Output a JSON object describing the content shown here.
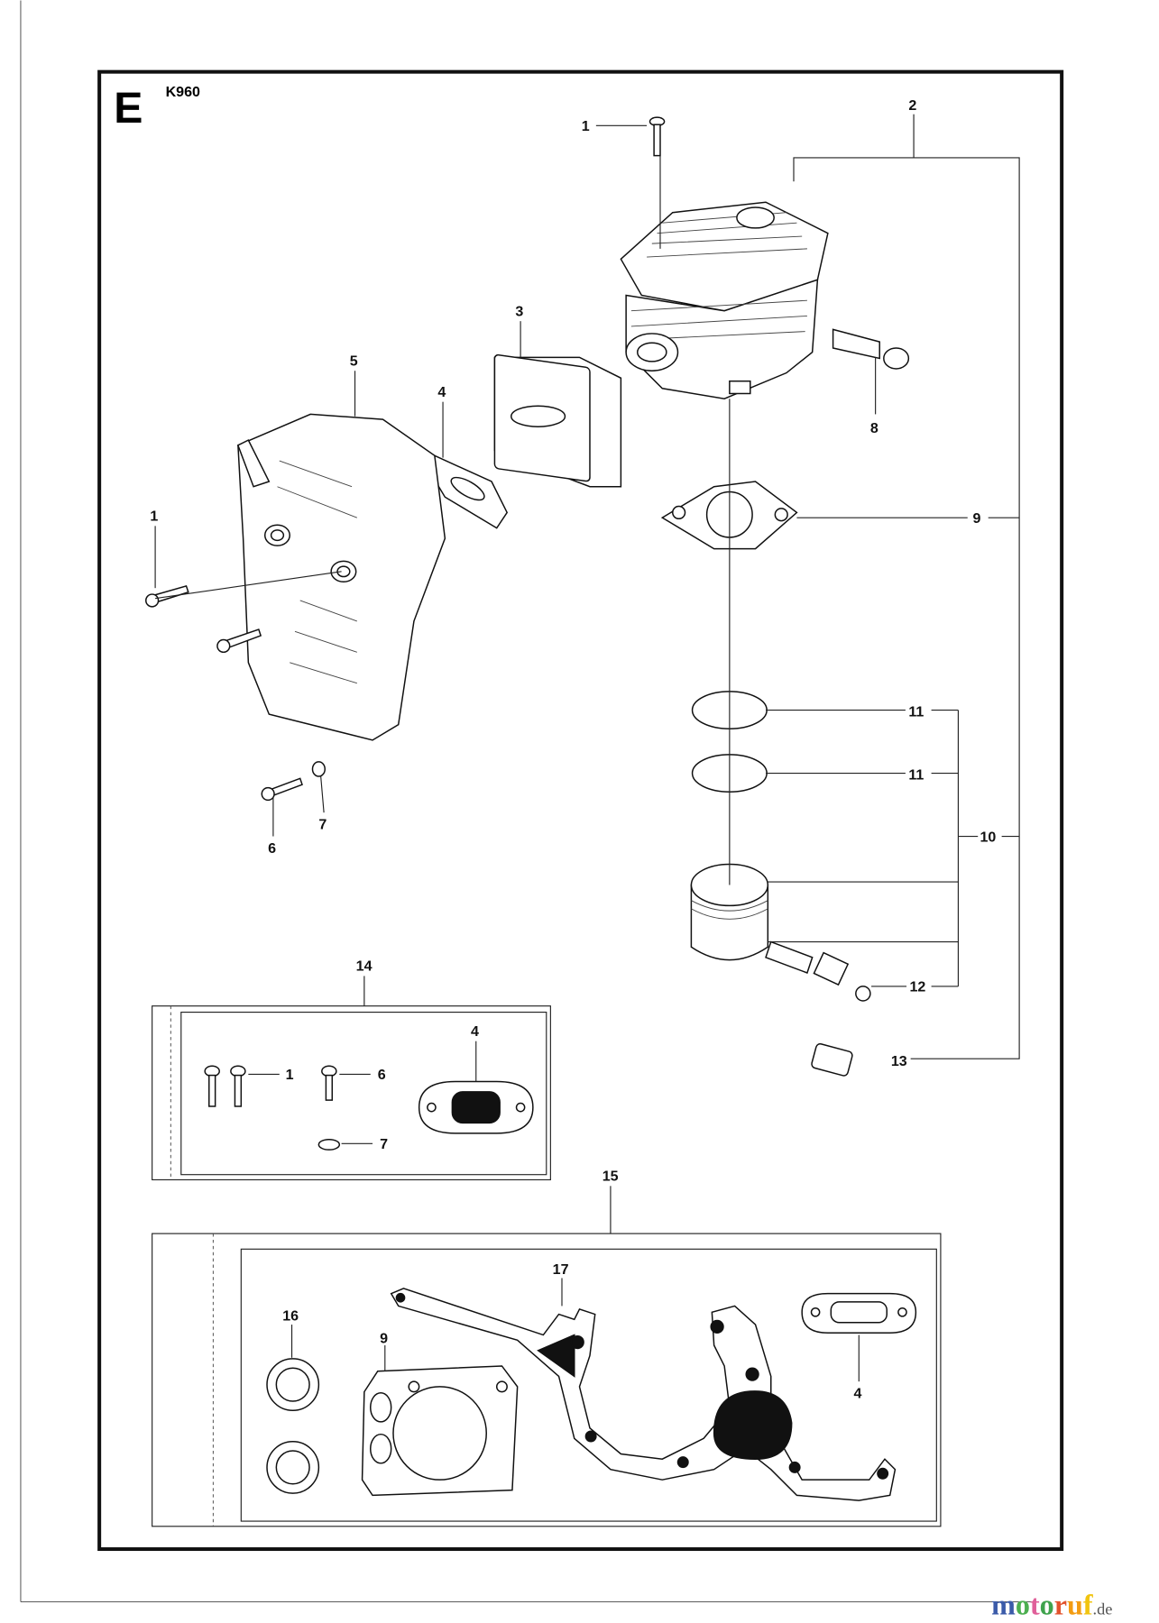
{
  "section_letter": "E",
  "model": "K960",
  "watermark": {
    "brand": "motoruf",
    "suffix": ".de",
    "colors": [
      "#3b5ba9",
      "#4caf50",
      "#e0609a",
      "#3fa34d",
      "#e2532d",
      "#f39c12",
      "#f1c40f"
    ]
  },
  "callouts": {
    "c1_top": "1",
    "c2": "2",
    "c3": "3",
    "c4": "4",
    "c5": "5",
    "c1_left": "1",
    "c6": "6",
    "c7": "7",
    "c8": "8",
    "c9": "9",
    "c10": "10",
    "c11a": "11",
    "c11b": "11",
    "c12": "12",
    "c13": "13",
    "c14": "14",
    "c15": "15"
  },
  "kit14": {
    "c1": "1",
    "c6": "6",
    "c4": "4",
    "c7": "7"
  },
  "kit15": {
    "c16": "16",
    "c9": "9",
    "c17": "17",
    "c4": "4"
  }
}
